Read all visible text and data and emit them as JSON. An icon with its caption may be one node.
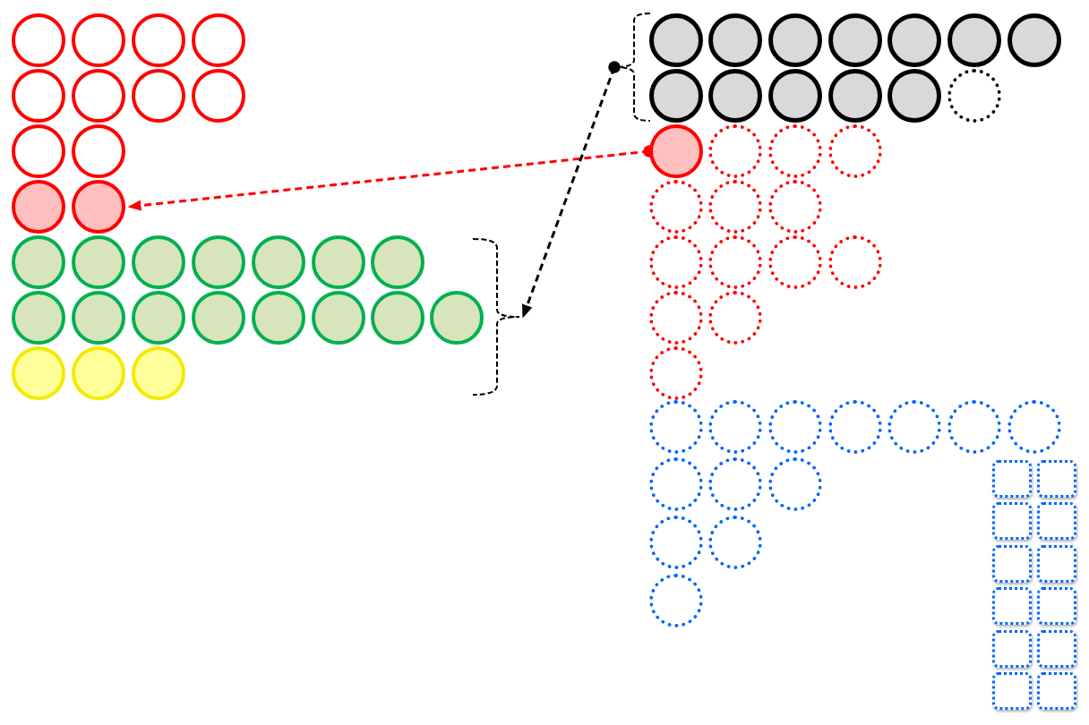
{
  "diagram": {
    "nodes": [
      {
        "text": [],
        "shape": "circle"
      },
      {
        "text": [],
        "shape": "circle"
      },
      {
        "text": [],
        "shape": "circle"
      },
      {
        "text": [],
        "shape": "circle"
      },
      {
        "text": [],
        "shape": "circle"
      },
      {
        "text": [],
        "shape": "circle"
      },
      {
        "text": [],
        "shape": "circle"
      },
      {
        "text": [],
        "shape": "circle"
      },
      {
        "text": [],
        "shape": "circle"
      },
      {
        "text": [],
        "shape": "circle"
      },
      {
        "text": [],
        "shape": "circle"
      },
      {
        "text": [],
        "shape": "circle"
      },
      {
        "text": [],
        "shape": "circle"
      },
      {
        "text": [],
        "shape": "circle"
      },
      {
        "text": [],
        "shape": "circle"
      },
      {
        "text": [],
        "shape": "circle"
      },
      {
        "text": [],
        "shape": "circle"
      },
      {
        "text": [],
        "shape": "circle"
      },
      {
        "text": [],
        "shape": "circle"
      },
      {
        "text": [],
        "shape": "circle"
      },
      {
        "text": [],
        "shape": "circle"
      },
      {
        "text": [],
        "shape": "circle"
      },
      {
        "text": [],
        "shape": "circle"
      },
      {
        "text": [],
        "shape": "circle"
      },
      {
        "text": [],
        "shape": "circle"
      },
      {
        "text": [],
        "shape": "circle"
      },
      {
        "text": [],
        "shape": "circle"
      },
      {
        "text": [],
        "shape": "circle"
      },
      {
        "text": [],
        "shape": "circle"
      },
      {
        "text": [],
        "shape": "circle"
      },
      {
        "text": [],
        "shape": "brace"
      },
      {
        "text": [],
        "shape": "brace"
      },
      {
        "text": [],
        "shape": "circle"
      },
      {
        "text": [],
        "shape": "circle"
      },
      {
        "text": [],
        "shape": "circle"
      },
      {
        "text": [],
        "shape": "circle"
      },
      {
        "text": [],
        "shape": "circle"
      },
      {
        "text": [],
        "shape": "circle"
      },
      {
        "text": [],
        "shape": "circle"
      },
      {
        "text": [],
        "shape": "circle"
      },
      {
        "text": [],
        "shape": "circle"
      },
      {
        "text": [],
        "shape": "circle"
      },
      {
        "text": [],
        "shape": "circle"
      },
      {
        "text": [],
        "shape": "circle"
      },
      {
        "text": [],
        "shape": "circle"
      },
      {
        "text": [],
        "shape": "circle"
      },
      {
        "text": [],
        "shape": "circle"
      },
      {
        "text": [],
        "shape": "circle"
      },
      {
        "text": [],
        "shape": "circle"
      },
      {
        "text": [],
        "shape": "circle"
      },
      {
        "text": [],
        "shape": "circle"
      },
      {
        "text": [],
        "shape": "circle"
      },
      {
        "text": [],
        "shape": "circle"
      },
      {
        "text": [],
        "shape": "circle"
      },
      {
        "text": [],
        "shape": "circle"
      },
      {
        "text": [],
        "shape": "circle"
      },
      {
        "text": [],
        "shape": "circle"
      },
      {
        "text": [],
        "shape": "circle"
      },
      {
        "text": [],
        "shape": "circle"
      },
      {
        "text": [],
        "shape": "circle"
      },
      {
        "text": [],
        "shape": "circle"
      },
      {
        "text": [],
        "shape": "circle"
      },
      {
        "text": [],
        "shape": "circle"
      },
      {
        "text": [],
        "shape": "circle"
      },
      {
        "text": [],
        "shape": "circle"
      },
      {
        "text": [],
        "shape": "circle"
      },
      {
        "text": [],
        "shape": "circle"
      },
      {
        "text": [],
        "shape": "circle"
      },
      {
        "text": [],
        "shape": "circle"
      },
      {
        "text": [],
        "shape": "circle"
      },
      {
        "text": [],
        "shape": "circle"
      },
      {
        "text": [],
        "shape": "circle"
      },
      {
        "text": [],
        "shape": "box"
      },
      {
        "text": [],
        "shape": "box"
      },
      {
        "text": [],
        "shape": "box"
      },
      {
        "text": [],
        "shape": "box"
      },
      {
        "text": [],
        "shape": "box"
      },
      {
        "text": [],
        "shape": "box"
      },
      {
        "text": [],
        "shape": "box"
      },
      {
        "text": [],
        "shape": "box"
      },
      {
        "text": [],
        "shape": "box"
      },
      {
        "text": [],
        "shape": "box"
      },
      {
        "text": [],
        "shape": "box"
      },
      {
        "text": [],
        "shape": "box"
      }
    ],
    "edges": [
      {
        "from": 45,
        "to": 11,
        "arrow": "to",
        "style": "dashed",
        "color": "#ff0000"
      },
      {
        "from": 31,
        "to": 30,
        "arrow": "to",
        "style": "dashed",
        "color": "#000000"
      }
    ]
  }
}
